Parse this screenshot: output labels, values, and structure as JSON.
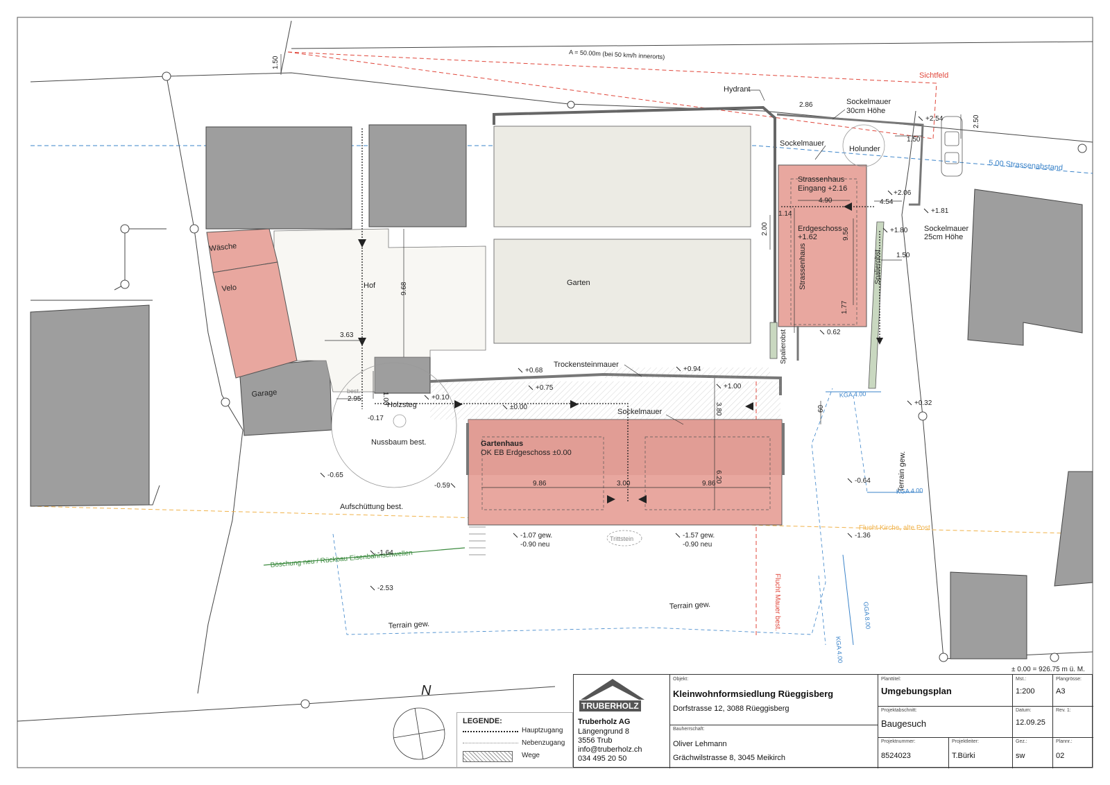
{
  "labels": {
    "sichtfeld": "Sichtfeld",
    "sichtweite": "A = 50.00m (bei 50 km/h innerorts)",
    "hydrant": "Hydrant",
    "sockelmauer_30": "Sockelmauer",
    "sockelmauer_30_h": "30cm Höhe",
    "sockelmauer_left": "Sockelmauer",
    "holunder": "Holunder",
    "strassenabstand": "5.00 Strassenabstand",
    "strassenhaus_eingang_1": "Strassenhaus",
    "strassenhaus_eingang_2": "Eingang +2.16",
    "erdgeschoss_1": "Erdgeschoss",
    "erdgeschoss_2": "+1.62",
    "strassenhaus_vert": "Strassenhaus",
    "spalierobst_1": "Spalierobst",
    "spalierobst_2": "Spalierobst",
    "sockelmauer_25": "Sockelmauer",
    "sockelmauer_25_h": "25cm Höhe",
    "waesche": "Wäsche",
    "velo": "Velo",
    "hof": "Hof",
    "garten": "Garten",
    "garage": "Garage",
    "trockensteinmauer": "Trockensteinmauer",
    "best_small": "best.",
    "holzsteg": "Holzsteg",
    "sockelmauer_mid": "Sockelmauer",
    "nussbaum": "Nussbaum best.",
    "gartenhaus_1": "Gartenhaus",
    "gartenhaus_2": "OK EB Erdgeschoss ±0.00",
    "aufschuettung": "Aufschüttung best.",
    "trittstein": "Trittstein",
    "flucht_kirche": "Flucht Kirche, alte Post",
    "boeschung": "Böschung neu / Rückbau Eisenbahnschwellen",
    "terrain_1": "Terrain gew.",
    "terrain_2": "Terrain gew.",
    "terrain_3": "Terrain gew.",
    "flucht_mauer": "Flucht Mauer best.",
    "kga_1": "KGA 4.00",
    "kga_2": "KGA 4.00",
    "kga_3": "KGA 4.00",
    "gga": "GGA 8.00",
    "north": "N",
    "hoehenbezug": "± 0.00 = 926.75 m ü. M."
  },
  "dims": {
    "d150a": "1.50",
    "d250": "2.50",
    "d286": "2.86",
    "d150b": "1.50",
    "d490": "4.90",
    "d454": "4.54",
    "d114": "1.14",
    "d200": "2.00",
    "d956": "9.56",
    "d177": "1.77",
    "d150c": "1.50",
    "d968": "9.68",
    "d363": "3.63",
    "d100": "1.00",
    "d295": "2.95",
    "d380": "3.80",
    "d60": "60",
    "d620": "6.20",
    "d986a": "9.86",
    "d300": "3.00",
    "d986b": "9.86"
  },
  "levels": {
    "l254": "+2.54",
    "l206": "+2.06",
    "l181": "+1.81",
    "l180": "+1.80",
    "l062": "0.62",
    "l068": "+0.68",
    "l094": "+0.94",
    "l075": "+0.75",
    "l100": "+1.00",
    "l010": "+0.10",
    "l000": "±0.00",
    "l017": "-0.17",
    "l032": "+0.32",
    "l065": "-0.65",
    "l059": "-0.59",
    "l064": "-0.64",
    "l107": "-1.07 gew.",
    "l090a": "-0.90 neu",
    "l157": "-1.57 gew.",
    "l090b": "-0.90 neu",
    "l136": "-1.36",
    "l164": "-1.64",
    "l253": "-2.53"
  },
  "legend": {
    "title": "LEGENDE:",
    "items": [
      "Hauptzugang",
      "Nebenzugang",
      "Wege"
    ]
  },
  "titleblock": {
    "logo": "TRUBERHOLZ",
    "company": "Truberholz AG",
    "street": "Längengrund 8",
    "city": "3556 Trub",
    "email": "info@truberholz.ch",
    "phone": "034 495 20 50",
    "objekt_label": "Objekt:",
    "objekt": "Kleinwohnformsiedlung Rüeggisberg",
    "objekt_addr": "Dorfstrasse 12, 3088 Rüeggisberg",
    "bauherr_label": "Bauherrschaft:",
    "bauherr": "Oliver Lehmann",
    "bauherr_addr": "Grächwilstrasse 8, 3045 Meikirch",
    "planttitel_label": "Planttitel:",
    "planttitel": "Umgebungsplan",
    "mst_label": "Mst.:",
    "mst": "1:200",
    "plangroesse_label": "Plangrösse:",
    "plangroesse": "A3",
    "abschnitt_label": "Projektabschnitt:",
    "abschnitt": "Baugesuch",
    "datum_label": "Datum:",
    "datum": "12.09.25",
    "rev_label": "Rev. 1:",
    "rev": "",
    "projnr_label": "Projektnummer:",
    "projnr": "8524023",
    "projleiter_label": "Projektleiter:",
    "projleiter": "T.Bürki",
    "gez_label": "Gez.:",
    "gez": "sw",
    "plannr_label": "Plannr.:",
    "plannr": "02"
  },
  "colors": {
    "building_grey": "#9e9e9e",
    "new_pink": "#e8a79f",
    "garden": "#ecebe4",
    "sichtfeld_red": "#e0463a",
    "blue": "#3a83c9",
    "orange": "#f0b24a",
    "green": "#3b8a3e"
  }
}
